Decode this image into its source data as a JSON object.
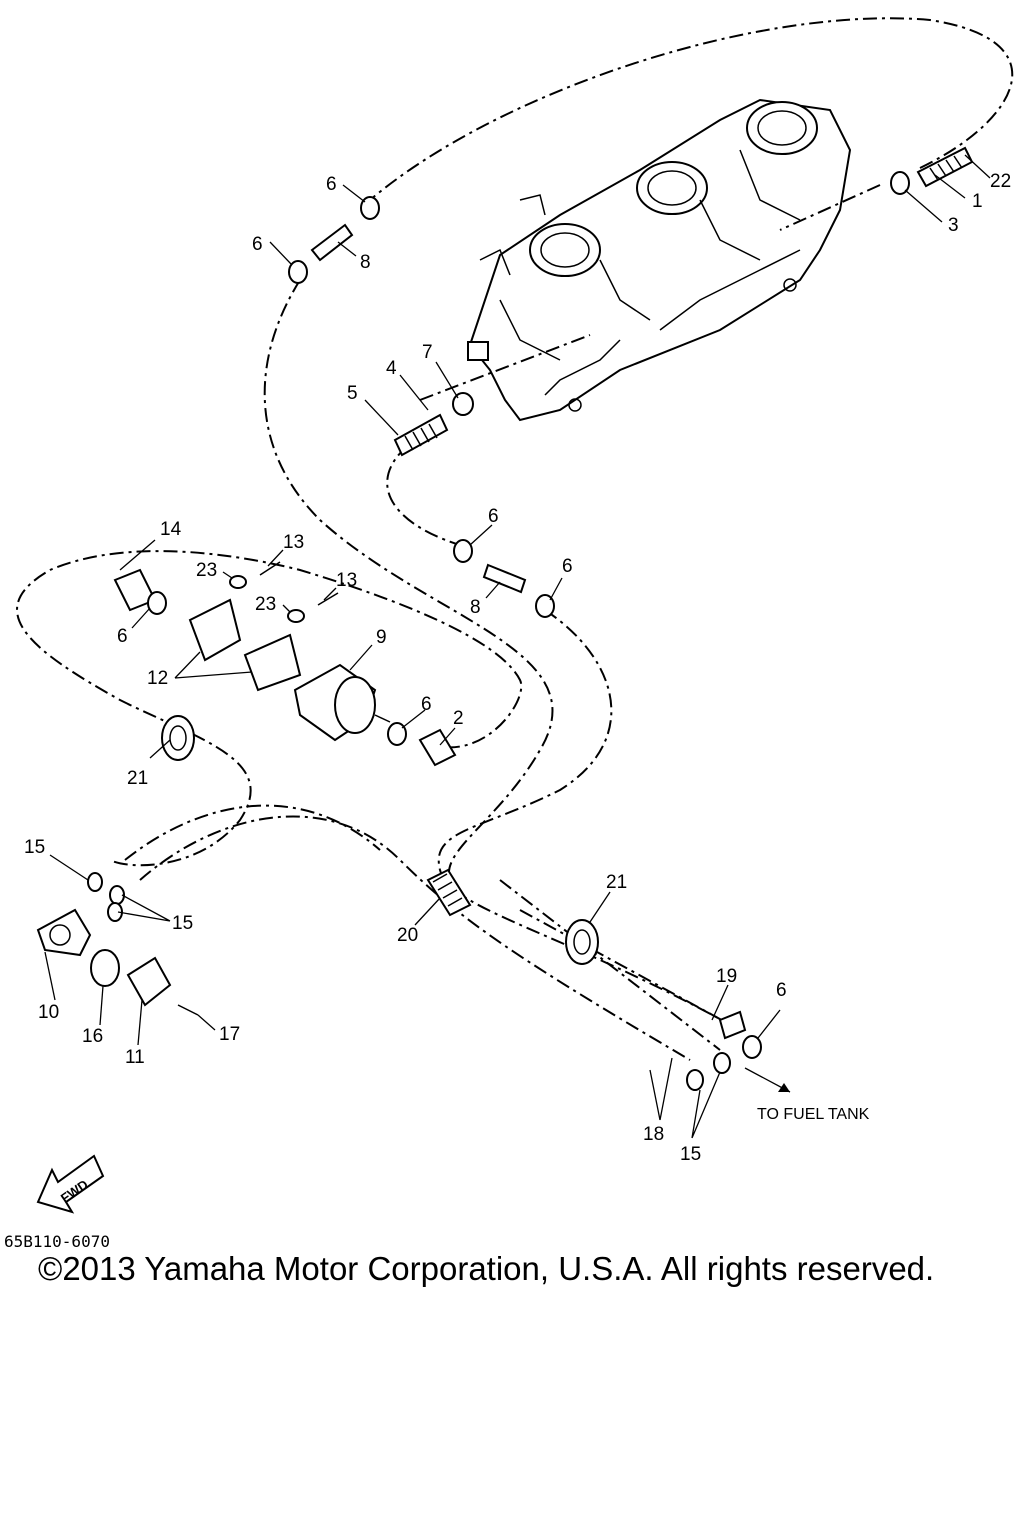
{
  "diagram": {
    "part_labels": [
      {
        "id": "p22",
        "text": "22"
      },
      {
        "id": "p1",
        "text": "1"
      },
      {
        "id": "p3",
        "text": "3"
      },
      {
        "id": "p6a",
        "text": "6"
      },
      {
        "id": "p6b",
        "text": "6"
      },
      {
        "id": "p8a",
        "text": "8"
      },
      {
        "id": "p7",
        "text": "7"
      },
      {
        "id": "p4",
        "text": "4"
      },
      {
        "id": "p5",
        "text": "5"
      },
      {
        "id": "p6c",
        "text": "6"
      },
      {
        "id": "p6d",
        "text": "6"
      },
      {
        "id": "p8b",
        "text": "8"
      },
      {
        "id": "p14",
        "text": "14"
      },
      {
        "id": "p13a",
        "text": "13"
      },
      {
        "id": "p23a",
        "text": "23"
      },
      {
        "id": "p13b",
        "text": "13"
      },
      {
        "id": "p23b",
        "text": "23"
      },
      {
        "id": "p9",
        "text": "9"
      },
      {
        "id": "p6e",
        "text": "6"
      },
      {
        "id": "p12",
        "text": "12"
      },
      {
        "id": "p6f",
        "text": "6"
      },
      {
        "id": "p2",
        "text": "2"
      },
      {
        "id": "p21a",
        "text": "21"
      },
      {
        "id": "p15a",
        "text": "15"
      },
      {
        "id": "p15b",
        "text": "15"
      },
      {
        "id": "p21b",
        "text": "21"
      },
      {
        "id": "p20",
        "text": "20"
      },
      {
        "id": "p10",
        "text": "10"
      },
      {
        "id": "p16",
        "text": "16"
      },
      {
        "id": "p11",
        "text": "11"
      },
      {
        "id": "p17",
        "text": "17"
      },
      {
        "id": "p19",
        "text": "19"
      },
      {
        "id": "p6g",
        "text": "6"
      },
      {
        "id": "p18",
        "text": "18"
      },
      {
        "id": "p15c",
        "text": "15"
      }
    ],
    "fuel_tank_note": "TO FUEL TANK",
    "fwd_badge": "FWD",
    "drawing_code": "65B110-6070"
  },
  "copyright": "©2013 Yamaha Motor Corporation, U.S.A. All rights reserved."
}
